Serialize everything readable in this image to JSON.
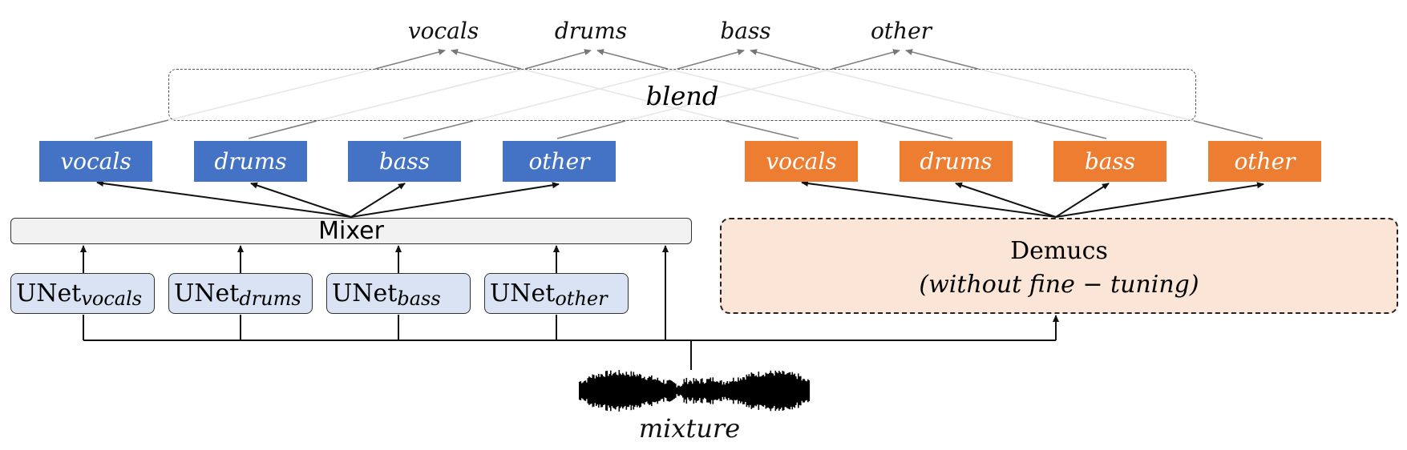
{
  "outputs": [
    "vocals",
    "drums",
    "bass",
    "other"
  ],
  "blend_label": "blend",
  "mixer_label": "Mixer",
  "stems_left": [
    "vocals",
    "drums",
    "bass",
    "other"
  ],
  "stems_right": [
    "vocals",
    "drums",
    "bass",
    "other"
  ],
  "unets": [
    {
      "base": "UNet",
      "sub": "vocals"
    },
    {
      "base": "UNet",
      "sub": "drums"
    },
    {
      "base": "UNet",
      "sub": "bass"
    },
    {
      "base": "UNet",
      "sub": "other"
    }
  ],
  "demucs": {
    "title": "Demucs",
    "subtitle": "(without fine − tuning)"
  },
  "input_label": "mixture",
  "colors": {
    "left_stem": "#4472c4",
    "right_stem": "#ed7d31",
    "unet_fill": "#dae3f3",
    "demucs_fill": "#fbe5d6",
    "mixer_fill": "#f2f2f2"
  }
}
